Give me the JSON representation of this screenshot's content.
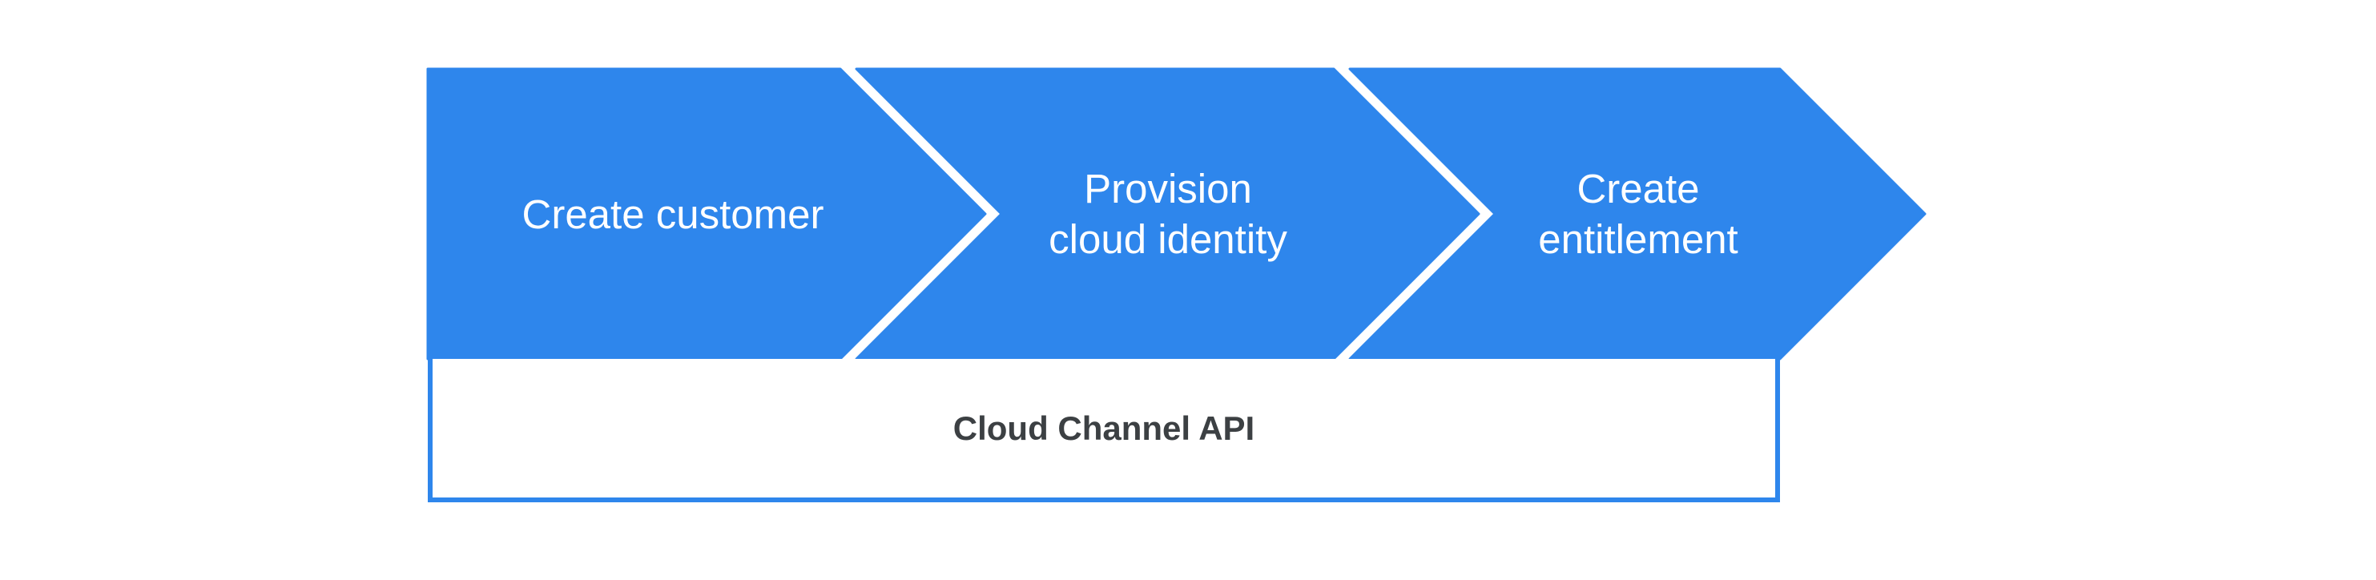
{
  "diagram": {
    "steps": [
      {
        "label": "Create customer"
      },
      {
        "label": "Provision\ncloud identity"
      },
      {
        "label": "Create\nentitlement"
      }
    ],
    "api_bar": {
      "label": "Cloud Channel API"
    }
  },
  "colors": {
    "step_fill": "#2E86EC",
    "step_text": "#FFFFFF",
    "api_border": "#2E86EC",
    "api_text": "#3C4043",
    "background": "#FFFFFF"
  }
}
